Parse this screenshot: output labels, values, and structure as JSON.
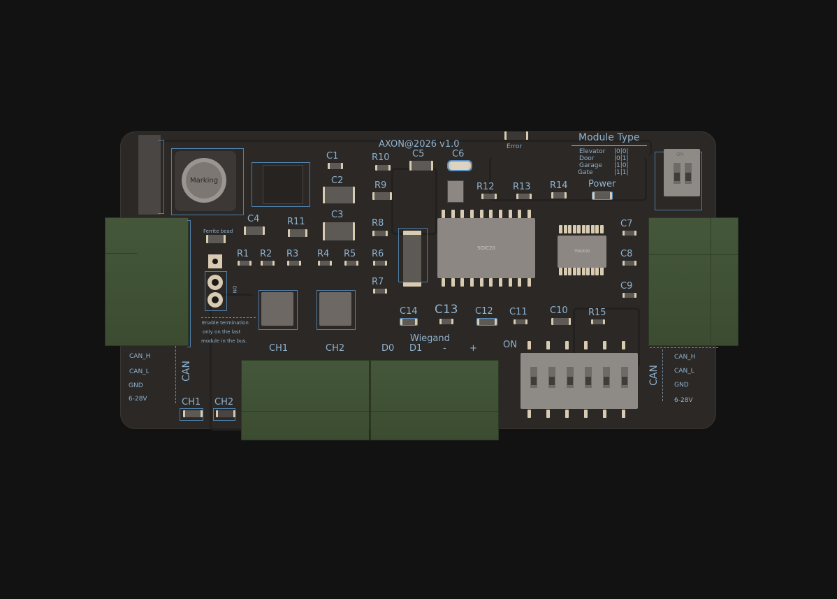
{
  "board": {
    "title": "AXON@2026 v1.0",
    "error_label": "Error",
    "power_label": "Power",
    "module_type": {
      "heading": "Module Type",
      "rows": [
        {
          "name": "Elevator",
          "code": "|0|0|"
        },
        {
          "name": "Door",
          "code": "|0|1|"
        },
        {
          "name": "Garage",
          "code": "|1|0|"
        },
        {
          "name": "Gate",
          "code": "|1|1|"
        }
      ],
      "switch_label": "ON"
    },
    "inductor_marking": "Marking",
    "ferrite_label": "Ferrite bead",
    "jumper_on": "ON",
    "termination_note": [
      "Enable termination",
      "only on the last",
      "module in the bus."
    ],
    "can_left": {
      "title": "CAN",
      "pins": [
        "CAN_H",
        "CAN_L",
        "GND",
        "6-28V"
      ]
    },
    "can_right": {
      "title": "CAN",
      "pins": [
        "CAN_H",
        "CAN_L",
        "GND",
        "6-28V"
      ]
    },
    "leds": [
      "CH1",
      "CH2"
    ],
    "relay_channels": [
      "CH1",
      "CH2"
    ],
    "wiegand": {
      "title": "Wiegand",
      "pins": [
        "D0",
        "D1",
        "-",
        "+"
      ]
    },
    "dip_on_label": "ON",
    "ic_soic": "SOIC20",
    "ic_tssop": "TSSOP20",
    "designators": {
      "C1": "C1",
      "C2": "C2",
      "C3": "C3",
      "C4": "C4",
      "C5": "C5",
      "C6": "C6",
      "C7": "C7",
      "C8": "C8",
      "C9": "C9",
      "C10": "C10",
      "C11": "C11",
      "C12": "C12",
      "C13": "C13",
      "C14": "C14",
      "R1": "R1",
      "R2": "R2",
      "R3": "R3",
      "R4": "R4",
      "R5": "R5",
      "R6": "R6",
      "R7": "R7",
      "R8": "R8",
      "R9": "R9",
      "R10": "R10",
      "R11": "R11",
      "R12": "R12",
      "R13": "R13",
      "R14": "R14",
      "R15": "R15"
    },
    "colors": {
      "background": "#121212",
      "pcb": "#2b2825",
      "silkscreen": "#8fb3d0",
      "terminal": "#42543a",
      "pad": "#d8cbb2"
    }
  }
}
